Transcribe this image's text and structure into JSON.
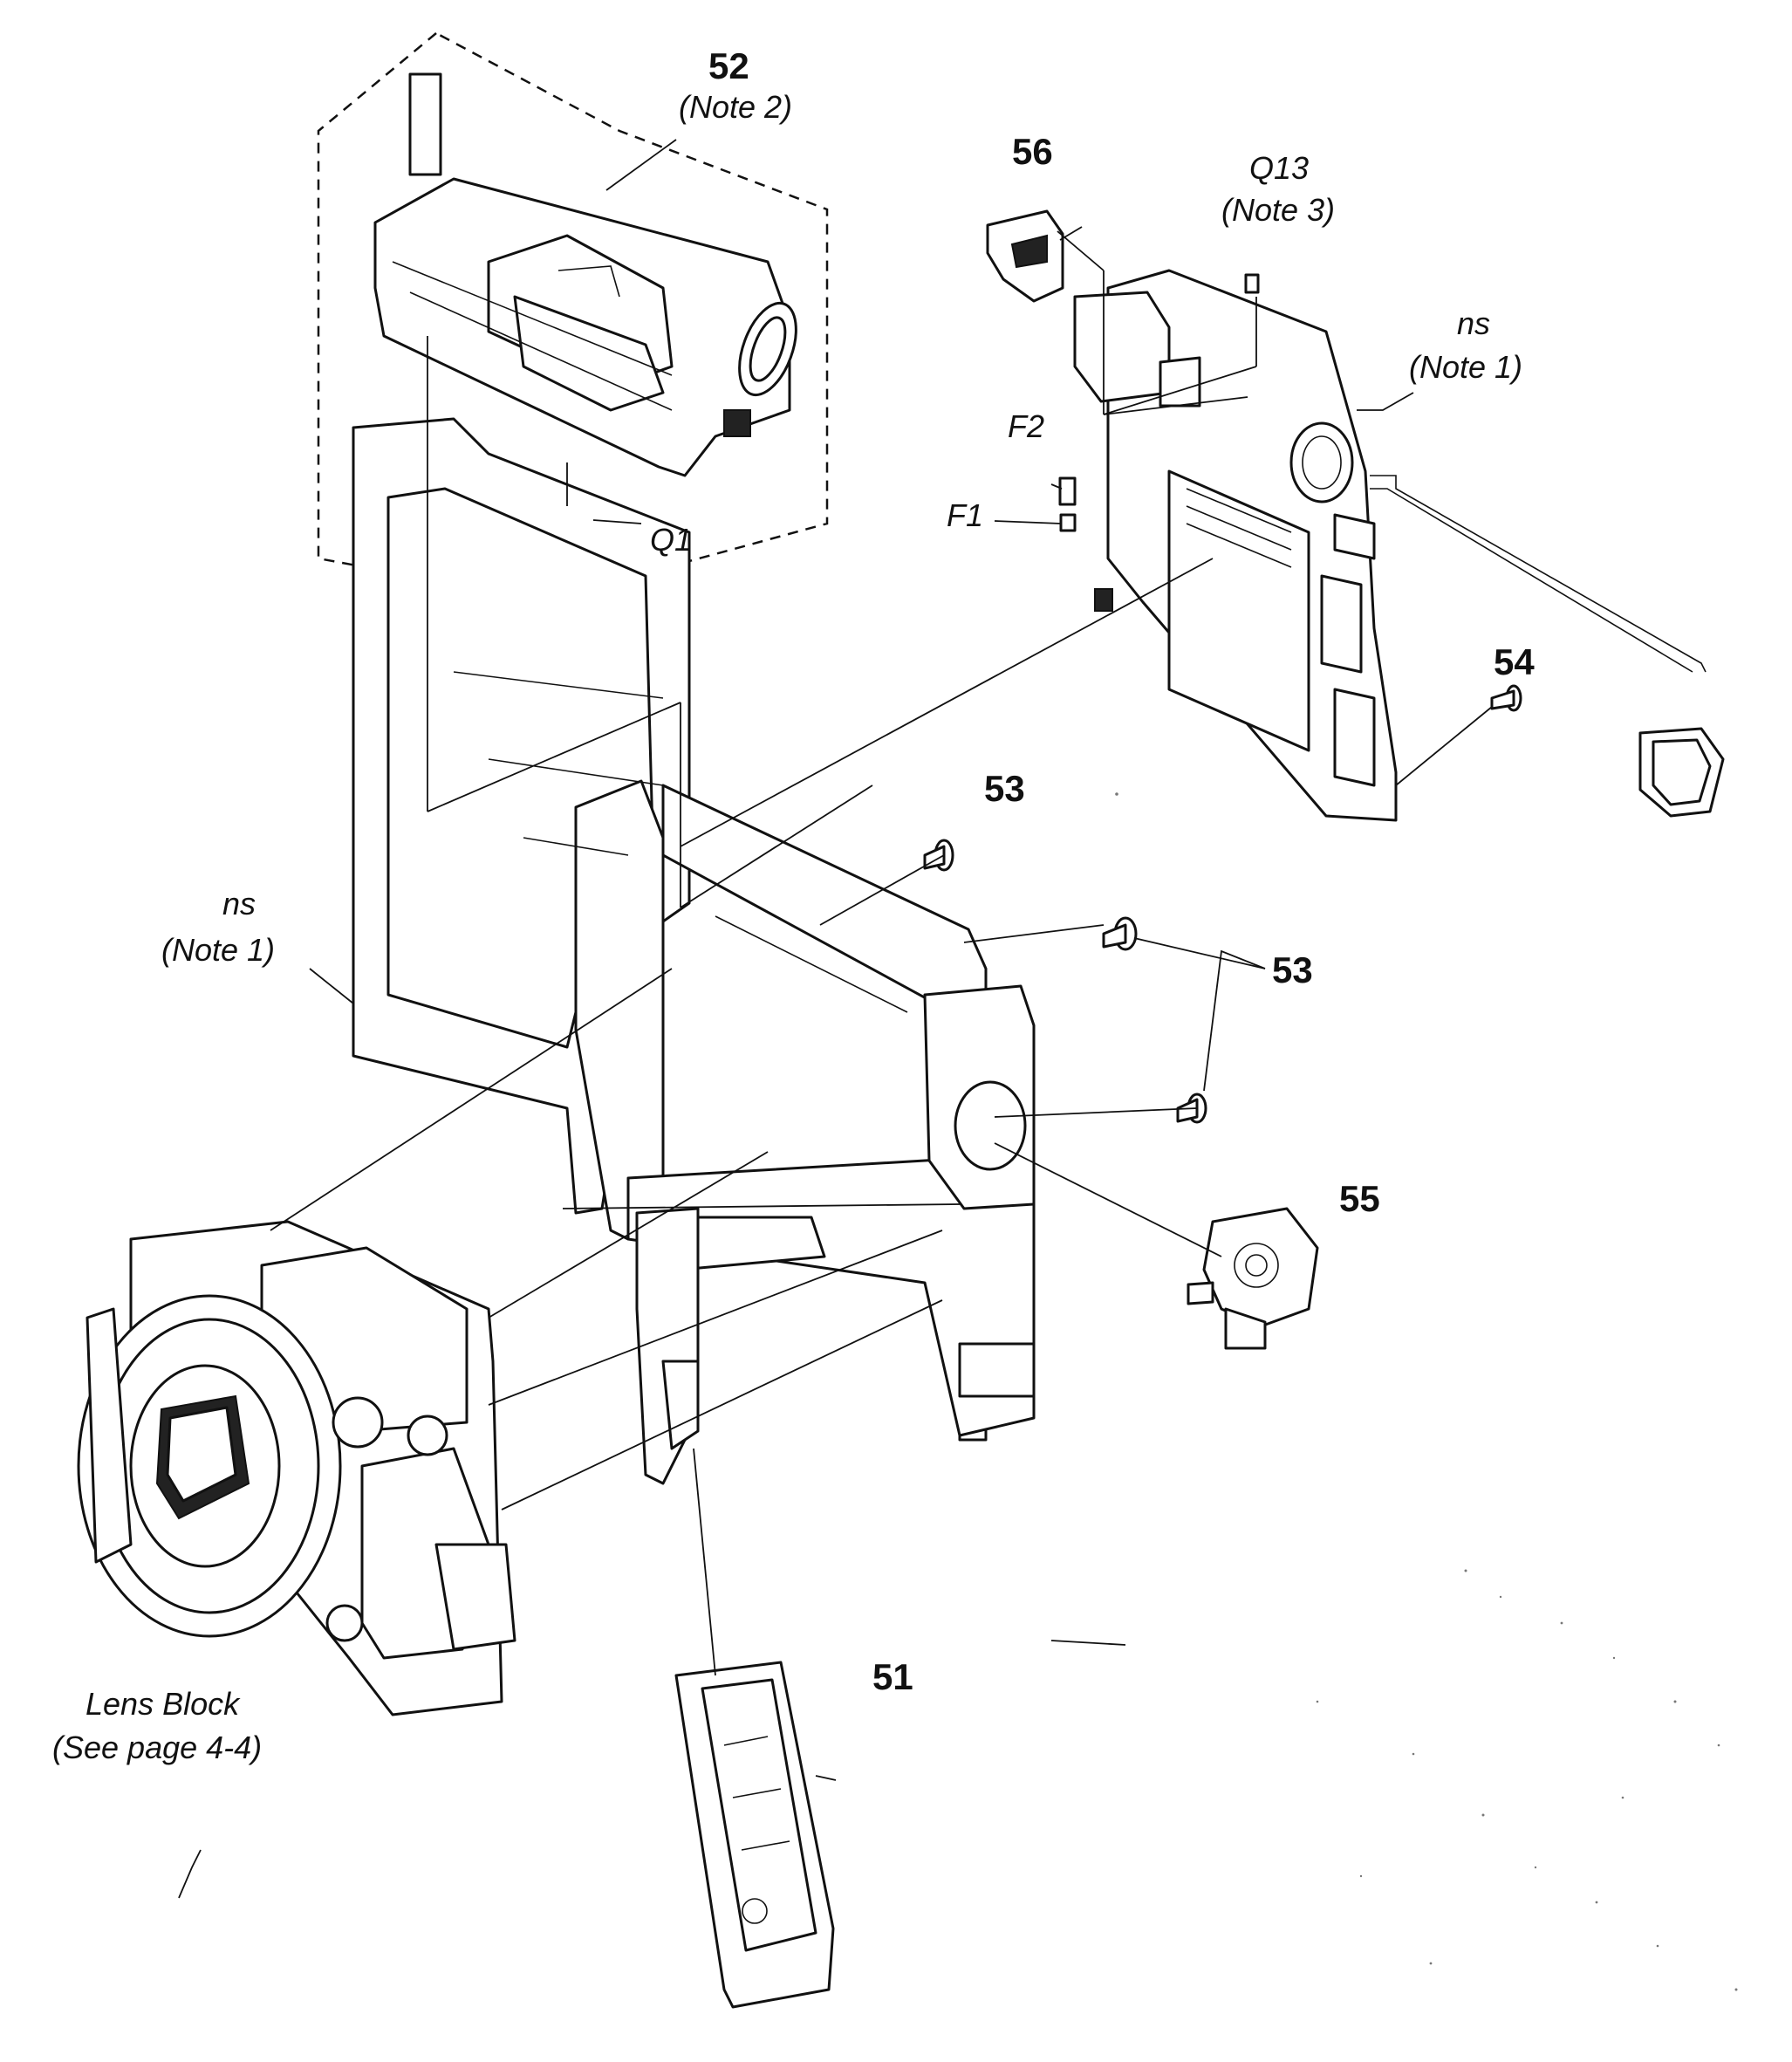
{
  "colors": {
    "ink": "#111111",
    "paper": "#ffffff"
  },
  "labels": {
    "p52": "52",
    "p52_note": "(Note 2)",
    "p56": "56",
    "q13": "Q13",
    "q13_note": "(Note 3)",
    "ns_right": "ns",
    "ns_right_note": "(Note 1)",
    "f2": "F2",
    "f1": "F1",
    "q1": "Q1",
    "p54": "54",
    "p53_top": "53",
    "ns_left": "ns",
    "ns_left_note": "(Note 1)",
    "p53_right": "53",
    "p55": "55",
    "p51": "51",
    "lens_block": "Lens Block",
    "lens_block_ref": "(See page 4-4)"
  }
}
